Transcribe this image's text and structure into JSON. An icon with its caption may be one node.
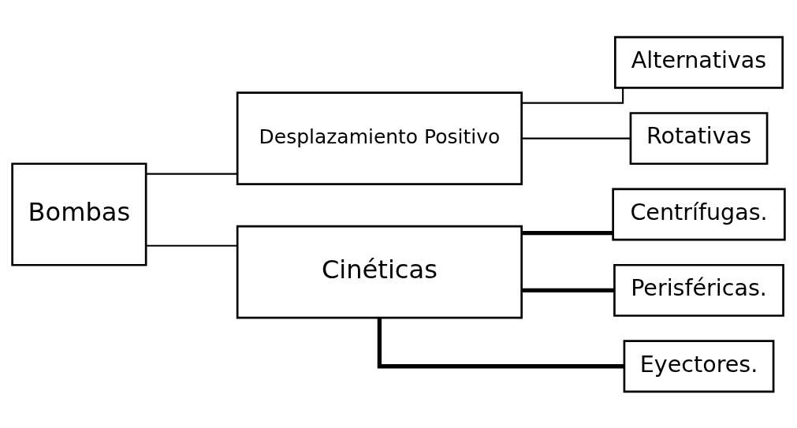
{
  "diagram": {
    "nodes": [
      {
        "text": [
          "Bombas"
        ]
      },
      {
        "text": [
          "Desplazamiento Positivo"
        ]
      },
      {
        "text": [
          "Alternativas"
        ]
      },
      {
        "text": [
          "Rotativas"
        ]
      },
      {
        "text": [
          "Cinéticas"
        ]
      },
      {
        "text": [
          "Centrífugas."
        ]
      },
      {
        "text": [
          "Perisféricas."
        ]
      },
      {
        "text": [
          "Eyectores."
        ]
      }
    ],
    "edges": [
      {
        "from": 0,
        "to": 1,
        "arrow": "none"
      },
      {
        "from": 0,
        "to": 4,
        "arrow": "none"
      },
      {
        "from": 1,
        "to": 2,
        "arrow": "none"
      },
      {
        "from": 1,
        "to": 3,
        "arrow": "none"
      },
      {
        "from": 4,
        "to": 5,
        "arrow": "none",
        "style": "thick"
      },
      {
        "from": 4,
        "to": 6,
        "arrow": "none",
        "style": "thick"
      },
      {
        "from": 4,
        "to": 7,
        "arrow": "none",
        "style": "thick"
      }
    ]
  }
}
